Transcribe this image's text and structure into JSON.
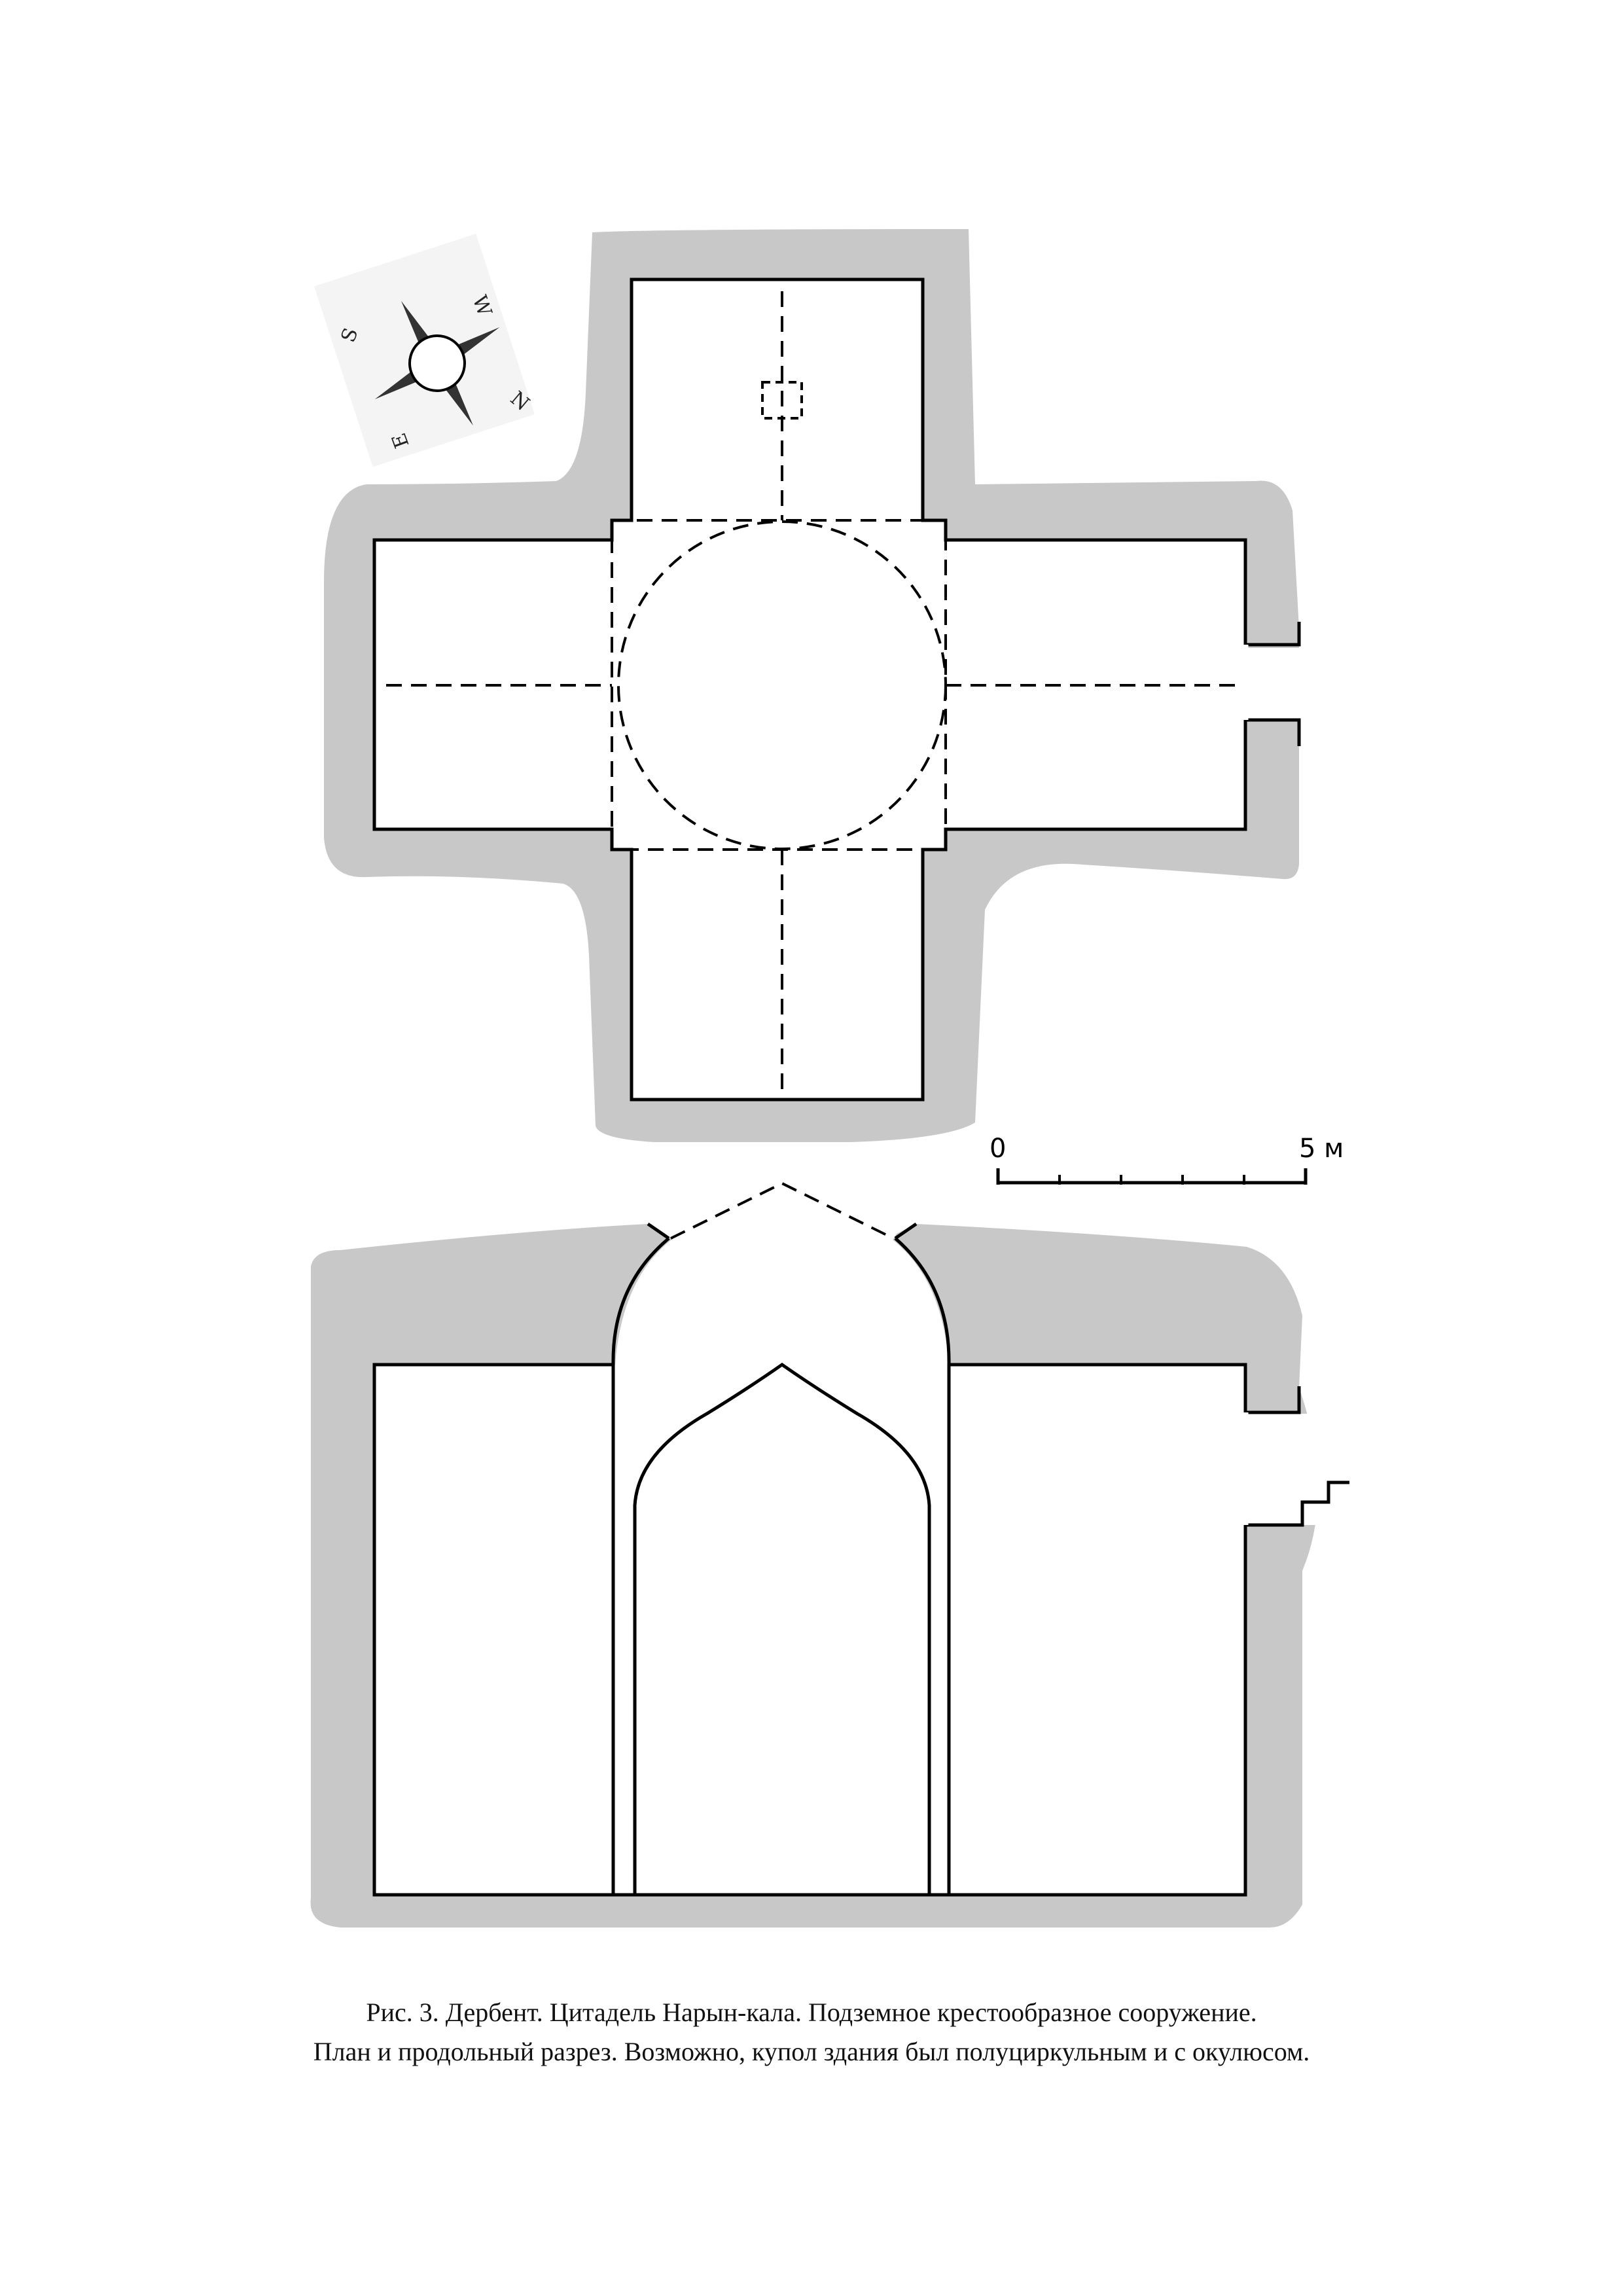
{
  "compass": {
    "labels": {
      "west": "W",
      "north": "N",
      "east": "E",
      "south": "S"
    }
  },
  "scale_bar": {
    "start_label": "0",
    "end_label": "5 м"
  },
  "caption": {
    "line1": "Рис. 3. Дербент. Цитадель Нарын-кала. Подземное крестообразное сооружение.",
    "line2": "План и продольный разрез. Возможно, купол здания был полуциркульным и с окулюсом."
  },
  "colors": {
    "fill_gray": "#c8c8c8",
    "line": "#000000",
    "background": "#ffffff"
  }
}
